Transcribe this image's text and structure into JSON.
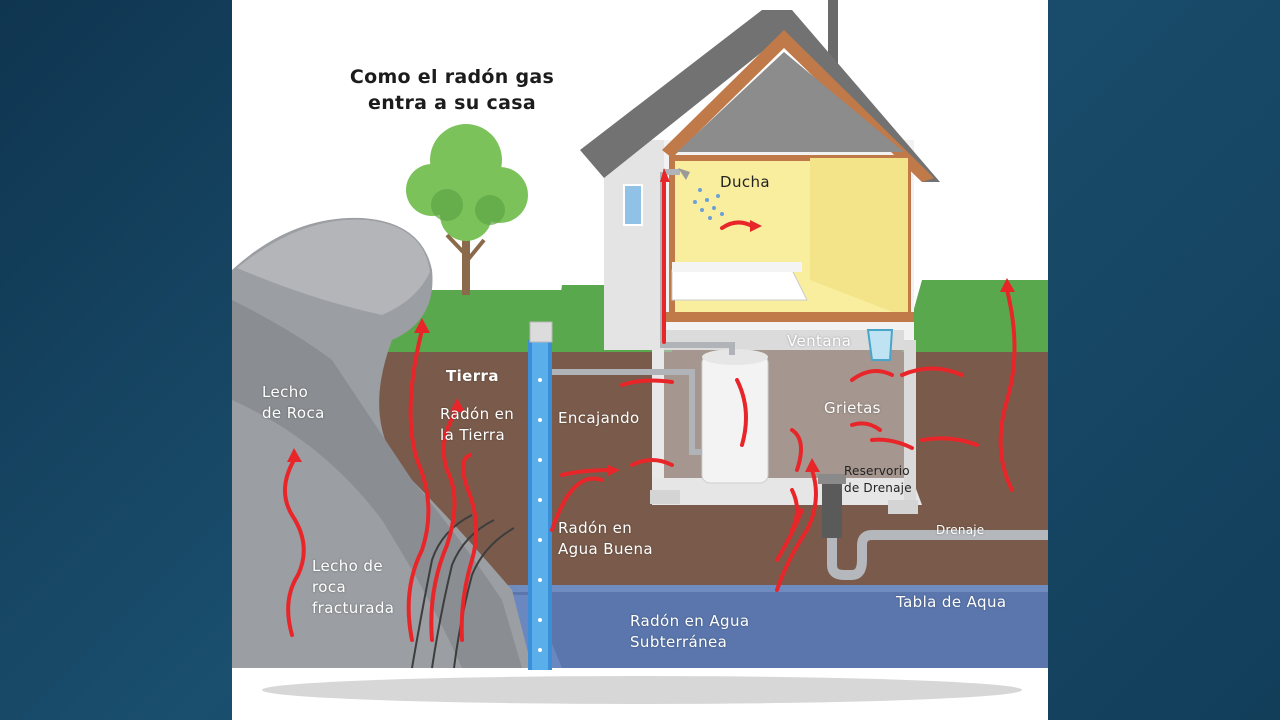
{
  "title_line1": "Como el radón gas",
  "title_line2": "entra a su casa",
  "labels": {
    "ducha": "Ducha",
    "ventana": "Ventana",
    "tierra": "Tierra",
    "lecho_roca_1": "Lecho",
    "lecho_roca_2": "de Roca",
    "radon_tierra_1": "Radón en",
    "radon_tierra_2": "la Tierra",
    "encajando": "Encajando",
    "grietas": "Grietas",
    "reservorio_1": "Reservorio",
    "reservorio_2": "de Drenaje",
    "drenaje": "Drenaje",
    "radon_agua_buena_1": "Radón en",
    "radon_agua_buena_2": "Agua Buena",
    "lecho_fract_1": "Lecho de",
    "lecho_fract_2": "roca",
    "lecho_fract_3": "fracturada",
    "tabla_agua": "Tabla de Aqua",
    "radon_subterranea_1": "Radón en Agua",
    "radon_subterranea_2": "Subterránea"
  },
  "colors": {
    "radon_arrow": "#e8262a",
    "soil": "#7a5a4a",
    "water": "#5572a8",
    "grass": "#4fa04a",
    "rock": "#8f9296",
    "house_wall": "#f1f1f1",
    "roof": "#6e6e6e",
    "room": "#f6ea9a"
  }
}
